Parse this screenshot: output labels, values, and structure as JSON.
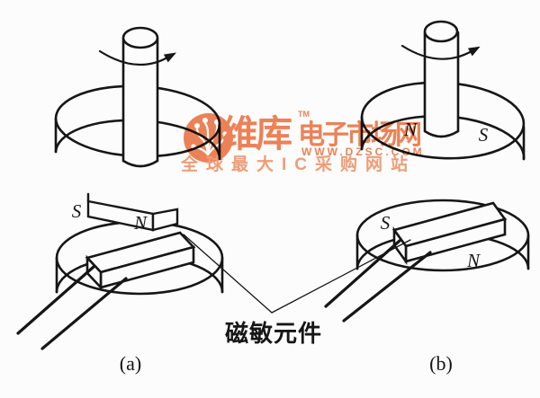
{
  "page": {
    "background": "#fcfcfc",
    "line_color": "#161616"
  },
  "watermark": {
    "logo_icon": "weiku-circuit-logo",
    "brand": "维库",
    "tm": "TM",
    "suffix": "电子市场网",
    "url": "WWW.DZSC.COM",
    "tagline": "全球最大IC采购网站",
    "color": "#ed7a49",
    "tagline_color": "#f0976b"
  },
  "annotation": {
    "sensor_label": "磁敏元件"
  },
  "diagram_a": {
    "caption": "(a)",
    "magnet_s": "S",
    "magnet_n": "N"
  },
  "diagram_b": {
    "caption": "(b)",
    "disk_n": "N",
    "disk_s": "S",
    "sensor_s": "S",
    "sensor_n": "N"
  }
}
